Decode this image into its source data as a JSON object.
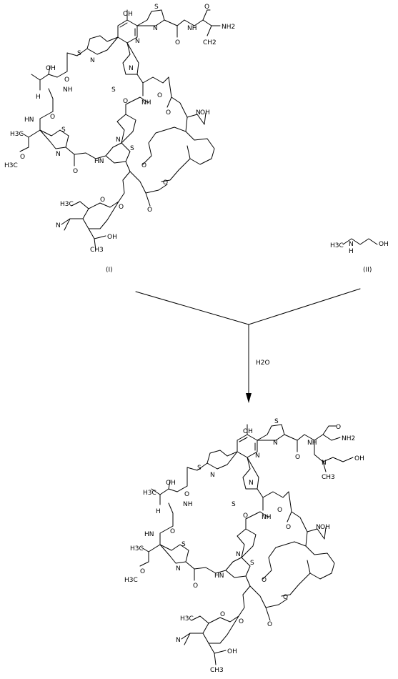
{
  "reactant1": {
    "label": "(I)",
    "atoms": {
      "oh_top": "OH",
      "n_pyr": "N",
      "s_thz_a": "S",
      "n_thz_a": "N",
      "s_thz_top": "S",
      "n_thz_top": "N",
      "nh_amide_top": "NH",
      "o_amide_top": "O",
      "o_terminal": "O",
      "nh2_terminal": "NH2",
      "ch2_terminal": "CH2",
      "o_amide_a": "O",
      "nh_a": "NH",
      "oh_thr": "OH",
      "h_thr": "H",
      "o_thr": "O",
      "hn_b": "HN",
      "s_thz_b": "S",
      "n_thz_b": "N",
      "h3c_b": "H3C",
      "o_meo": "O",
      "h3c_meo": "H3C",
      "o_amide_b": "O",
      "hn_c": "HN",
      "s_thz_c": "S",
      "n_thz_c": "N",
      "o_amide_c": "O",
      "nh_c": "NH",
      "s_thz_d": "S",
      "n_thz_d": "N",
      "o_ester1": "O",
      "o_ester1b": "O",
      "n_indole": "N",
      "oh_indole": "OH",
      "o_ether": "O",
      "o_ester2": "O",
      "o_ester2b": "O",
      "o_glyc": "O",
      "o_sugar": "O",
      "h3c_sugar": "H3C",
      "n_sugar": "N",
      "oh_sugar": "OH",
      "ch3_sugar": "CH3"
    }
  },
  "reactant2": {
    "label": "(II)",
    "atoms": {
      "h3c": "H3C",
      "n": "N",
      "h": "H",
      "oh": "OH"
    }
  },
  "reagent": "H2O",
  "product": {
    "atoms": {
      "oh_top": "OH",
      "n_pyr": "N",
      "s_thz_a": "S",
      "n_thz_a": "N",
      "s_thz_top": "S",
      "n_thz_top": "N",
      "nh_amide_top": "NH",
      "o_amide_top": "O",
      "o_terminal": "O",
      "nh2_terminal": "NH2",
      "n_side": "N",
      "oh_side": "OH",
      "ch3_side": "CH3",
      "o_amide_a": "O",
      "nh_a": "NH",
      "oh_thr": "OH",
      "h3c_thr": "H3C",
      "h_thr": "H",
      "o_thr": "O",
      "hn_b": "HN",
      "s_thz_b": "S",
      "n_thz_b": "N",
      "h3c_b": "H3C",
      "o_meo": "O",
      "h3c_meo": "H3C",
      "o_amide_b": "O",
      "hn_c": "HN",
      "s_thz_c": "S",
      "n_thz_c": "N",
      "o_amide_c": "O",
      "nh_c": "NH",
      "s_thz_d": "S",
      "n_thz_d": "N",
      "o_ester1": "O",
      "o_ester1b": "O",
      "n_indole": "N",
      "oh_indole": "OH",
      "o_ether": "O",
      "o_ester2": "O",
      "o_ester2b": "O",
      "o_glyc": "O",
      "o_sugar": "O",
      "h3c_sugar": "H3C",
      "n_sugar": "N",
      "oh_sugar": "OH",
      "ch3_sugar": "CH3"
    }
  }
}
